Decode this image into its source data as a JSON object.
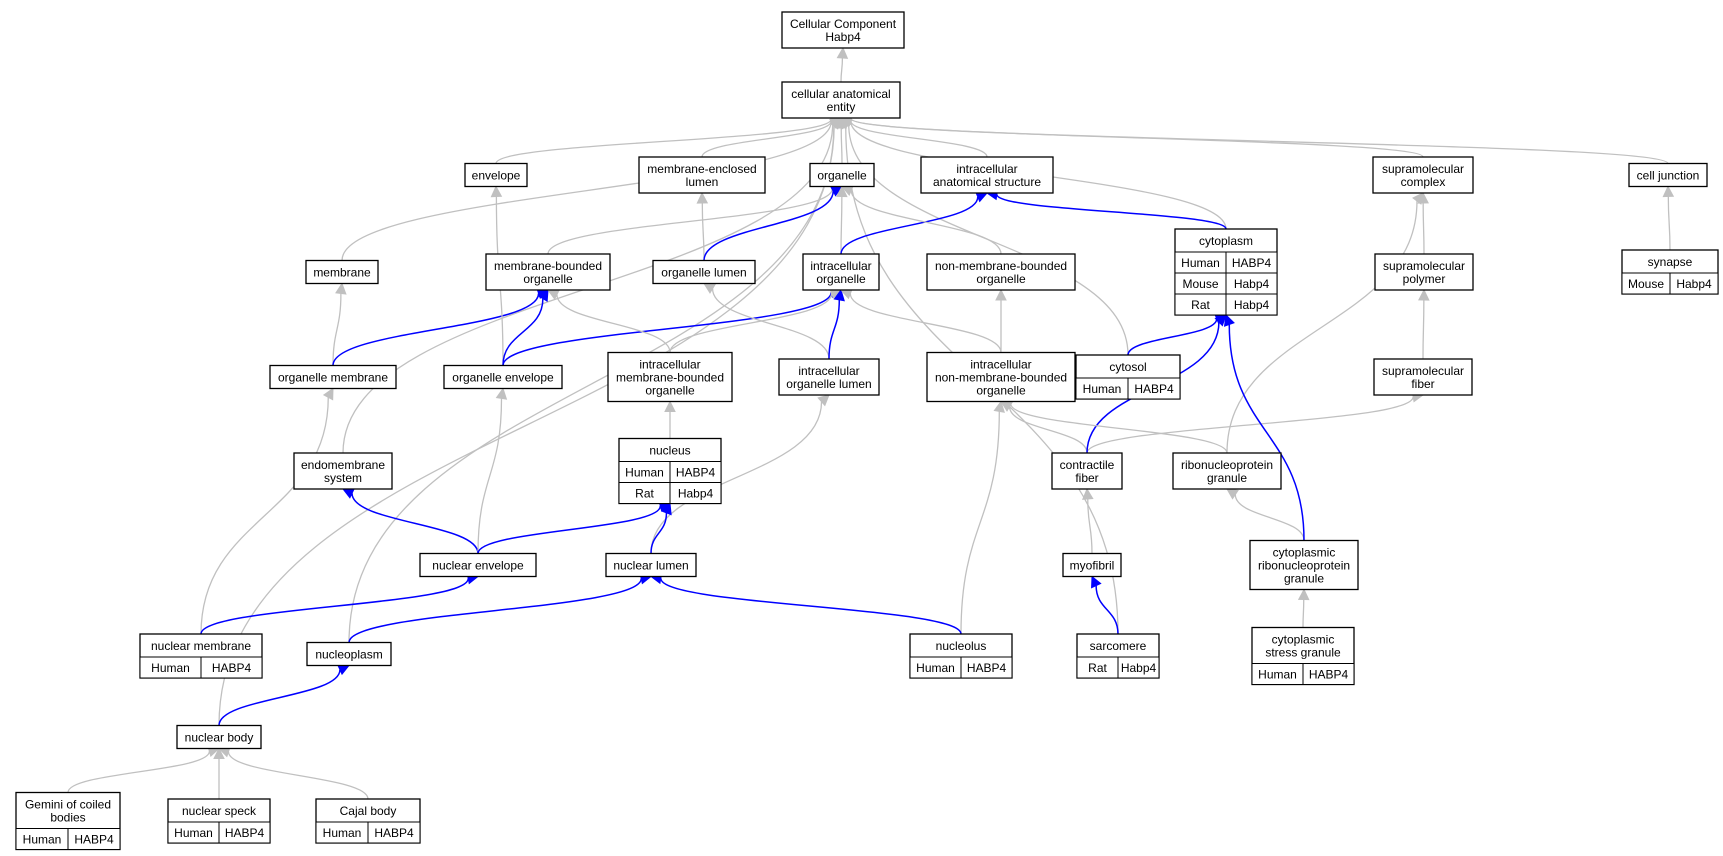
{
  "colors": {
    "human": "#ff6347",
    "mouse": "#add8e6",
    "rat": "#ffd700",
    "is_a_edge": "#c0c0c0",
    "part_of_edge": "#0000ff"
  },
  "nodes": {
    "root": [
      "Cellular Component",
      "Habp4"
    ],
    "cae": [
      "cellular anatomical",
      "entity"
    ],
    "envelope": [
      "envelope"
    ],
    "mel": [
      "membrane-enclosed",
      "lumen"
    ],
    "organelle": [
      "organelle"
    ],
    "ias": [
      "intracellular",
      "anatomical structure"
    ],
    "smc": [
      "supramolecular",
      "complex"
    ],
    "cj": [
      "cell junction"
    ],
    "membrane": [
      "membrane"
    ],
    "mbo": [
      "membrane-bounded",
      "organelle"
    ],
    "ol": [
      "organelle lumen"
    ],
    "io": [
      "intracellular",
      "organelle"
    ],
    "nmbo": [
      "non-membrane-bounded",
      "organelle"
    ],
    "cytoplasm": [
      "cytoplasm"
    ],
    "smp": [
      "supramolecular",
      "polymer"
    ],
    "synapse": [
      "synapse"
    ],
    "om": [
      "organelle membrane"
    ],
    "oe": [
      "organelle envelope"
    ],
    "imbo": [
      "intracellular",
      "membrane-bounded",
      "organelle"
    ],
    "iol": [
      "intracellular",
      "organelle lumen"
    ],
    "inmbo": [
      "intracellular",
      "non-membrane-bounded",
      "organelle"
    ],
    "cytosol": [
      "cytosol"
    ],
    "smf": [
      "supramolecular",
      "fiber"
    ],
    "ems": [
      "endomembrane",
      "system"
    ],
    "nucleus": [
      "nucleus"
    ],
    "cf": [
      "contractile",
      "fiber"
    ],
    "rnpg": [
      "ribonucleoprotein",
      "granule"
    ],
    "ne": [
      "nuclear envelope"
    ],
    "nl": [
      "nuclear lumen"
    ],
    "myofibril": [
      "myofibril"
    ],
    "crnpg": [
      "cytoplasmic",
      "ribonucleoprotein",
      "granule"
    ],
    "nm": [
      "nuclear membrane"
    ],
    "np": [
      "nucleoplasm"
    ],
    "nucleolus": [
      "nucleolus"
    ],
    "sarcomere": [
      "sarcomere"
    ],
    "csg": [
      "cytoplasmic",
      "stress granule"
    ],
    "nb": [
      "nuclear body"
    ],
    "gems": [
      "Gemini of coiled",
      "bodies"
    ],
    "ns": [
      "nuclear speck"
    ],
    "cajal": [
      "Cajal body"
    ]
  },
  "annotations": {
    "cytoplasm": [
      [
        "Human",
        "HABP4"
      ],
      [
        "Mouse",
        "Habp4"
      ],
      [
        "Rat",
        "Habp4"
      ]
    ],
    "synapse": [
      [
        "Mouse",
        "Habp4"
      ]
    ],
    "cytosol": [
      [
        "Human",
        "HABP4"
      ]
    ],
    "nucleus": [
      [
        "Human",
        "HABP4"
      ],
      [
        "Rat",
        "Habp4"
      ]
    ],
    "nm": [
      [
        "Human",
        "HABP4"
      ]
    ],
    "nucleolus": [
      [
        "Human",
        "HABP4"
      ]
    ],
    "sarcomere": [
      [
        "Rat",
        "Habp4"
      ]
    ],
    "csg": [
      [
        "Human",
        "HABP4"
      ]
    ],
    "gems": [
      [
        "Human",
        "HABP4"
      ]
    ],
    "ns": [
      [
        "Human",
        "HABP4"
      ]
    ],
    "cajal": [
      [
        "Human",
        "HABP4"
      ]
    ]
  },
  "edges": [
    [
      "cae",
      "root",
      "is_a"
    ],
    [
      "envelope",
      "cae",
      "is_a"
    ],
    [
      "mel",
      "cae",
      "is_a"
    ],
    [
      "organelle",
      "cae",
      "is_a"
    ],
    [
      "ias",
      "cae",
      "is_a"
    ],
    [
      "smc",
      "cae",
      "is_a"
    ],
    [
      "cj",
      "cae",
      "is_a"
    ],
    [
      "membrane",
      "cae",
      "is_a"
    ],
    [
      "cytoplasm",
      "cae",
      "is_a"
    ],
    [
      "cytosol",
      "cae",
      "is_a"
    ],
    [
      "ems",
      "cae",
      "is_a"
    ],
    [
      "np",
      "cae",
      "is_a"
    ],
    [
      "nb",
      "cae",
      "is_a"
    ],
    [
      "sarcomere",
      "cae",
      "is_a"
    ],
    [
      "mbo",
      "organelle",
      "is_a"
    ],
    [
      "ol",
      "mel",
      "is_a"
    ],
    [
      "ol",
      "organelle",
      "part_of"
    ],
    [
      "io",
      "organelle",
      "is_a"
    ],
    [
      "io",
      "ias",
      "part_of"
    ],
    [
      "nmbo",
      "organelle",
      "is_a"
    ],
    [
      "cytoplasm",
      "ias",
      "part_of"
    ],
    [
      "smp",
      "smc",
      "is_a"
    ],
    [
      "synapse",
      "cj",
      "is_a"
    ],
    [
      "om",
      "membrane",
      "is_a"
    ],
    [
      "om",
      "mbo",
      "part_of"
    ],
    [
      "oe",
      "envelope",
      "is_a"
    ],
    [
      "oe",
      "mbo",
      "part_of"
    ],
    [
      "oe",
      "io",
      "part_of"
    ],
    [
      "imbo",
      "mbo",
      "is_a"
    ],
    [
      "imbo",
      "io",
      "is_a"
    ],
    [
      "iol",
      "ol",
      "is_a"
    ],
    [
      "iol",
      "io",
      "part_of"
    ],
    [
      "inmbo",
      "io",
      "is_a"
    ],
    [
      "inmbo",
      "nmbo",
      "is_a"
    ],
    [
      "cytosol",
      "cytoplasm",
      "part_of"
    ],
    [
      "smf",
      "smp",
      "is_a"
    ],
    [
      "nucleus",
      "imbo",
      "is_a"
    ],
    [
      "cf",
      "inmbo",
      "is_a"
    ],
    [
      "cf",
      "smf",
      "is_a"
    ],
    [
      "cf",
      "cytoplasm",
      "part_of"
    ],
    [
      "rnpg",
      "inmbo",
      "is_a"
    ],
    [
      "rnpg",
      "smc",
      "is_a"
    ],
    [
      "ne",
      "ems",
      "part_of"
    ],
    [
      "ne",
      "oe",
      "is_a"
    ],
    [
      "ne",
      "nucleus",
      "part_of"
    ],
    [
      "nl",
      "iol",
      "is_a"
    ],
    [
      "nl",
      "nucleus",
      "part_of"
    ],
    [
      "myofibril",
      "cf",
      "is_a"
    ],
    [
      "crnpg",
      "rnpg",
      "is_a"
    ],
    [
      "crnpg",
      "cytoplasm",
      "part_of"
    ],
    [
      "nm",
      "om",
      "is_a"
    ],
    [
      "nm",
      "ne",
      "part_of"
    ],
    [
      "np",
      "nl",
      "part_of"
    ],
    [
      "nucleolus",
      "inmbo",
      "is_a"
    ],
    [
      "nucleolus",
      "nl",
      "part_of"
    ],
    [
      "sarcomere",
      "myofibril",
      "part_of"
    ],
    [
      "csg",
      "crnpg",
      "is_a"
    ],
    [
      "nb",
      "np",
      "part_of"
    ],
    [
      "gems",
      "nb",
      "is_a"
    ],
    [
      "ns",
      "nb",
      "is_a"
    ],
    [
      "cajal",
      "nb",
      "is_a"
    ]
  ]
}
